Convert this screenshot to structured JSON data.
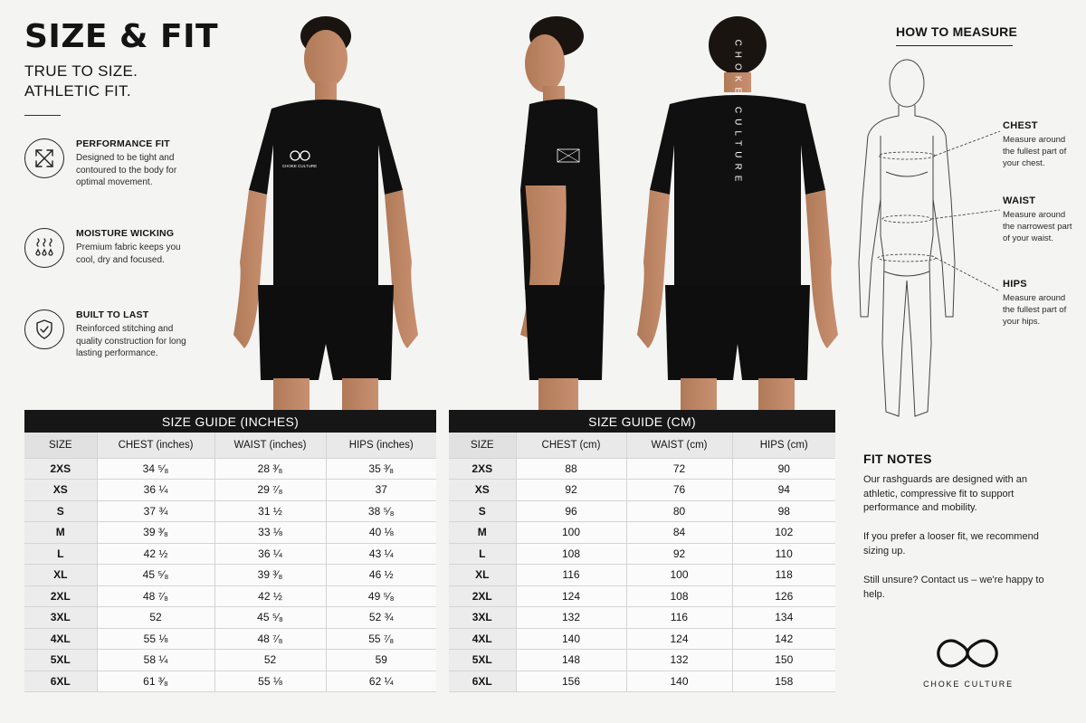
{
  "header": {
    "title": "SIZE & FIT",
    "tagline_line1": "TRUE TO SIZE.",
    "tagline_line2": "ATHLETIC FIT."
  },
  "features": [
    {
      "icon": "arrows-expand-icon",
      "title": "PERFORMANCE FIT",
      "desc": "Designed to be tight and contoured to the body for optimal movement."
    },
    {
      "icon": "moisture-drops-icon",
      "title": "MOISTURE WICKING",
      "desc": "Premium fabric keeps you cool, dry and focused."
    },
    {
      "icon": "shield-check-icon",
      "title": "BUILT TO LAST",
      "desc": "Reinforced stitching and quality construction for long lasting performance."
    }
  ],
  "models": {
    "shirt_chest_print": "CHOKE CULTURE",
    "shirt_back_print": "CHOKE CULTURE"
  },
  "how_to_measure": {
    "title": "HOW TO MEASURE",
    "items": [
      {
        "label": "CHEST",
        "desc": "Measure around the fullest part of your chest."
      },
      {
        "label": "WAIST",
        "desc": "Measure around the narrowest part of your waist."
      },
      {
        "label": "HIPS",
        "desc": "Measure around the fullest part of your hips."
      }
    ]
  },
  "table_inches": {
    "title": "SIZE GUIDE (INCHES)",
    "headers": [
      "SIZE",
      "CHEST (inches)",
      "WAIST (inches)",
      "HIPS (inches)"
    ],
    "rows": [
      [
        "2XS",
        "34 ⁵⁄₈",
        "28 ³⁄₈",
        "35 ³⁄₈"
      ],
      [
        "XS",
        "36 ¼",
        "29 ⁷⁄₈",
        "37"
      ],
      [
        "S",
        "37 ¾",
        "31 ½",
        "38 ⁵⁄₈"
      ],
      [
        "M",
        "39 ³⁄₈",
        "33 ⅛",
        "40 ⅛"
      ],
      [
        "L",
        "42 ½",
        "36 ¼",
        "43 ¼"
      ],
      [
        "XL",
        "45 ⁵⁄₈",
        "39 ³⁄₈",
        "46 ½"
      ],
      [
        "2XL",
        "48 ⁷⁄₈",
        "42 ½",
        "49 ⁵⁄₈"
      ],
      [
        "3XL",
        "52",
        "45 ⁵⁄₈",
        "52 ¾"
      ],
      [
        "4XL",
        "55 ⅛",
        "48 ⁷⁄₈",
        "55 ⁷⁄₈"
      ],
      [
        "5XL",
        "58 ¼",
        "52",
        "59"
      ],
      [
        "6XL",
        "61 ³⁄₈",
        "55 ⅛",
        "62 ¼"
      ]
    ]
  },
  "table_cm": {
    "title": "SIZE GUIDE (CM)",
    "headers": [
      "SIZE",
      "CHEST (cm)",
      "WAIST (cm)",
      "HIPS (cm)"
    ],
    "rows": [
      [
        "2XS",
        "88",
        "72",
        "90"
      ],
      [
        "XS",
        "92",
        "76",
        "94"
      ],
      [
        "S",
        "96",
        "80",
        "98"
      ],
      [
        "M",
        "100",
        "84",
        "102"
      ],
      [
        "L",
        "108",
        "92",
        "110"
      ],
      [
        "XL",
        "116",
        "100",
        "118"
      ],
      [
        "2XL",
        "124",
        "108",
        "126"
      ],
      [
        "3XL",
        "132",
        "116",
        "134"
      ],
      [
        "4XL",
        "140",
        "124",
        "142"
      ],
      [
        "5XL",
        "148",
        "132",
        "150"
      ],
      [
        "6XL",
        "156",
        "140",
        "158"
      ]
    ]
  },
  "fit_notes": {
    "title": "FIT NOTES",
    "paragraphs": [
      "Our rashguards are designed with an athletic, compressive fit to support performance and mobility.",
      "If you prefer a looser fit, we recommend sizing up.",
      "Still unsure? Contact us – we're happy to help."
    ]
  },
  "brand": {
    "name": "CHOKE CULTURE"
  },
  "colors": {
    "ink": "#141414",
    "background": "#f4f4f3",
    "table_header": "#161616"
  }
}
